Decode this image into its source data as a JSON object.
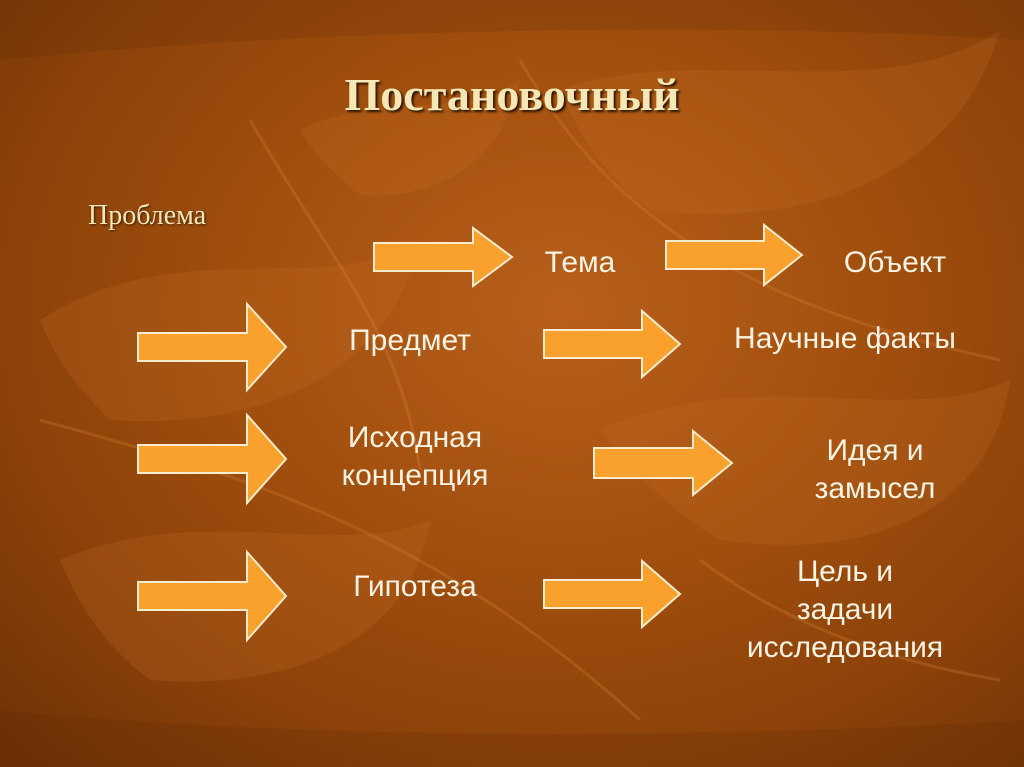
{
  "slide": {
    "title": "Постановочный",
    "subtitle": "Проблема"
  },
  "nodes": {
    "tema": "Тема",
    "obekt": "Объект",
    "predmet": "Предмет",
    "nauchnye_fakty": "Научные факты",
    "iskhodnaya_line1": "Исходная",
    "iskhodnaya_line2": "концепция",
    "ideya_line1": "Идея и",
    "ideya_line2": "замысел",
    "gipoteza": "Гипотеза",
    "cel_line1": "Цель и",
    "cel_line2": "задачи",
    "cel_line3": "исследования"
  },
  "colors": {
    "arrow_fill": "#f9a12c",
    "arrow_stroke": "#fbeccd",
    "title_text": "#f6e7b6",
    "label_text": "#fbf4e4"
  }
}
